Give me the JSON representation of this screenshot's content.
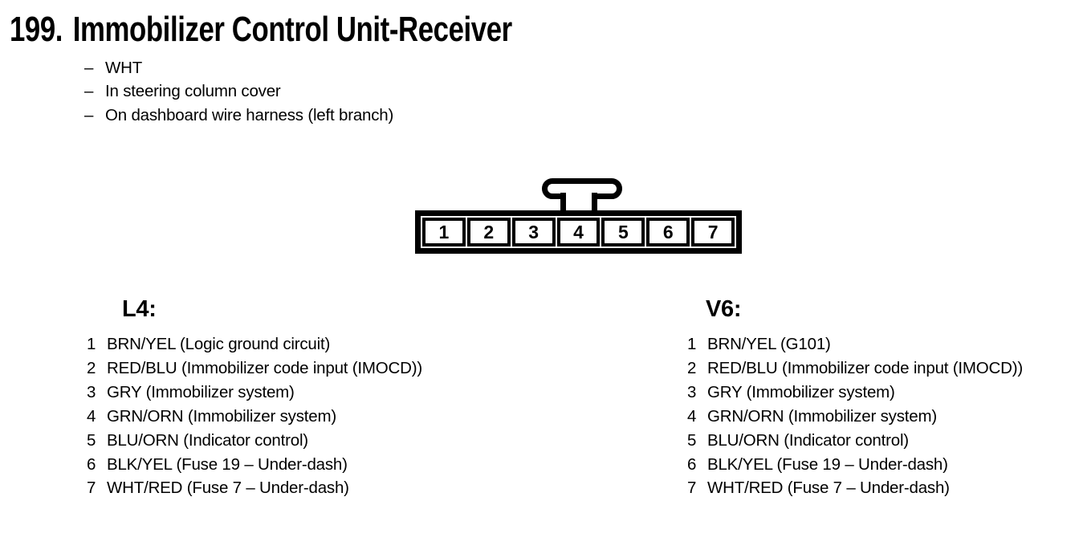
{
  "page": {
    "section_number": "199.",
    "title": "Immobilizer Control Unit-Receiver",
    "note_dash": "–",
    "notes": [
      "WHT",
      "In steering column cover",
      "On dashboard wire harness (left branch)"
    ]
  },
  "connector": {
    "description": "7-pin connector, top latch tab",
    "pins": [
      "1",
      "2",
      "3",
      "4",
      "5",
      "6",
      "7"
    ]
  },
  "pinouts": [
    {
      "heading": "L4:",
      "items": [
        {
          "pin": "1",
          "desc": "BRN/YEL (Logic ground circuit)"
        },
        {
          "pin": "2",
          "desc": "RED/BLU (Immobilizer code input (IMOCD))"
        },
        {
          "pin": "3",
          "desc": "GRY (Immobilizer system)"
        },
        {
          "pin": "4",
          "desc": "GRN/ORN (Immobilizer system)"
        },
        {
          "pin": "5",
          "desc": "BLU/ORN (Indicator control)"
        },
        {
          "pin": "6",
          "desc": "BLK/YEL (Fuse 19 – Under-dash)"
        },
        {
          "pin": "7",
          "desc": "WHT/RED (Fuse 7 – Under-dash)"
        }
      ]
    },
    {
      "heading": "V6:",
      "items": [
        {
          "pin": "1",
          "desc": "BRN/YEL (G101)"
        },
        {
          "pin": "2",
          "desc": "RED/BLU (Immobilizer code input (IMOCD))"
        },
        {
          "pin": "3",
          "desc": "GRY (Immobilizer system)"
        },
        {
          "pin": "4",
          "desc": "GRN/ORN (Immobilizer system)"
        },
        {
          "pin": "5",
          "desc": "BLU/ORN (Indicator control)"
        },
        {
          "pin": "6",
          "desc": "BLK/YEL (Fuse 19 – Under-dash)"
        },
        {
          "pin": "7",
          "desc": "WHT/RED (Fuse 7 – Under-dash)"
        }
      ]
    }
  ],
  "colors": {
    "ink": "#000000",
    "paper": "#ffffff"
  }
}
